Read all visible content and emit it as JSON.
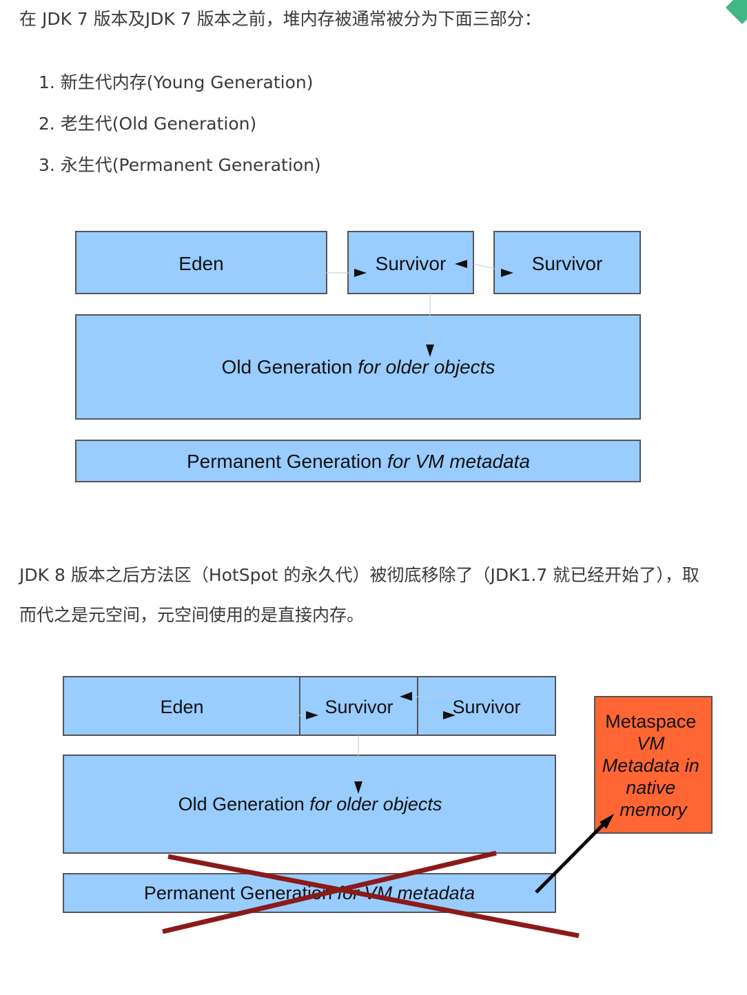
{
  "accent_color": "#3fb883",
  "intro": "在 JDK 7 版本及JDK 7 版本之前，堆内存被通常被分为下面三部分：",
  "generations": [
    "1. 新生代内存(Young Generation)",
    "2. 老生代(Old Generation)",
    "3. 永生代(Permanent Generation)"
  ],
  "diagram_jdk7": {
    "eden": "Eden",
    "survivor_1": "Survivor",
    "survivor_2": "Survivor",
    "old_gen": "Old Generation",
    "old_gen_suffix": "for older objects",
    "perm_gen": "Permanent Generation",
    "perm_gen_suffix": "for VM metadata"
  },
  "jdk8_text": "JDK 8 版本之后方法区（HotSpot 的永久代）被彻底移除了（JDK1.7 就已经开始了），取而代之是元空间，元空间使用的是直接内存。",
  "diagram_jdk8": {
    "eden": "Eden",
    "survivor_1": "Survivor",
    "survivor_2": "Survivor",
    "old_gen": "Old Generation",
    "old_gen_suffix": "for older objects",
    "perm_gen": "Permanent Generation",
    "perm_gen_suffix": "for VM metadata",
    "metaspace_lines": [
      "Metaspace",
      "VM",
      "Metadata in",
      "native",
      "memory"
    ]
  },
  "colors": {
    "box_fill": "#99ccff",
    "box_stroke": "#555555",
    "metaspace_fill": "#ff6633",
    "cross": "#8b1a1a"
  }
}
